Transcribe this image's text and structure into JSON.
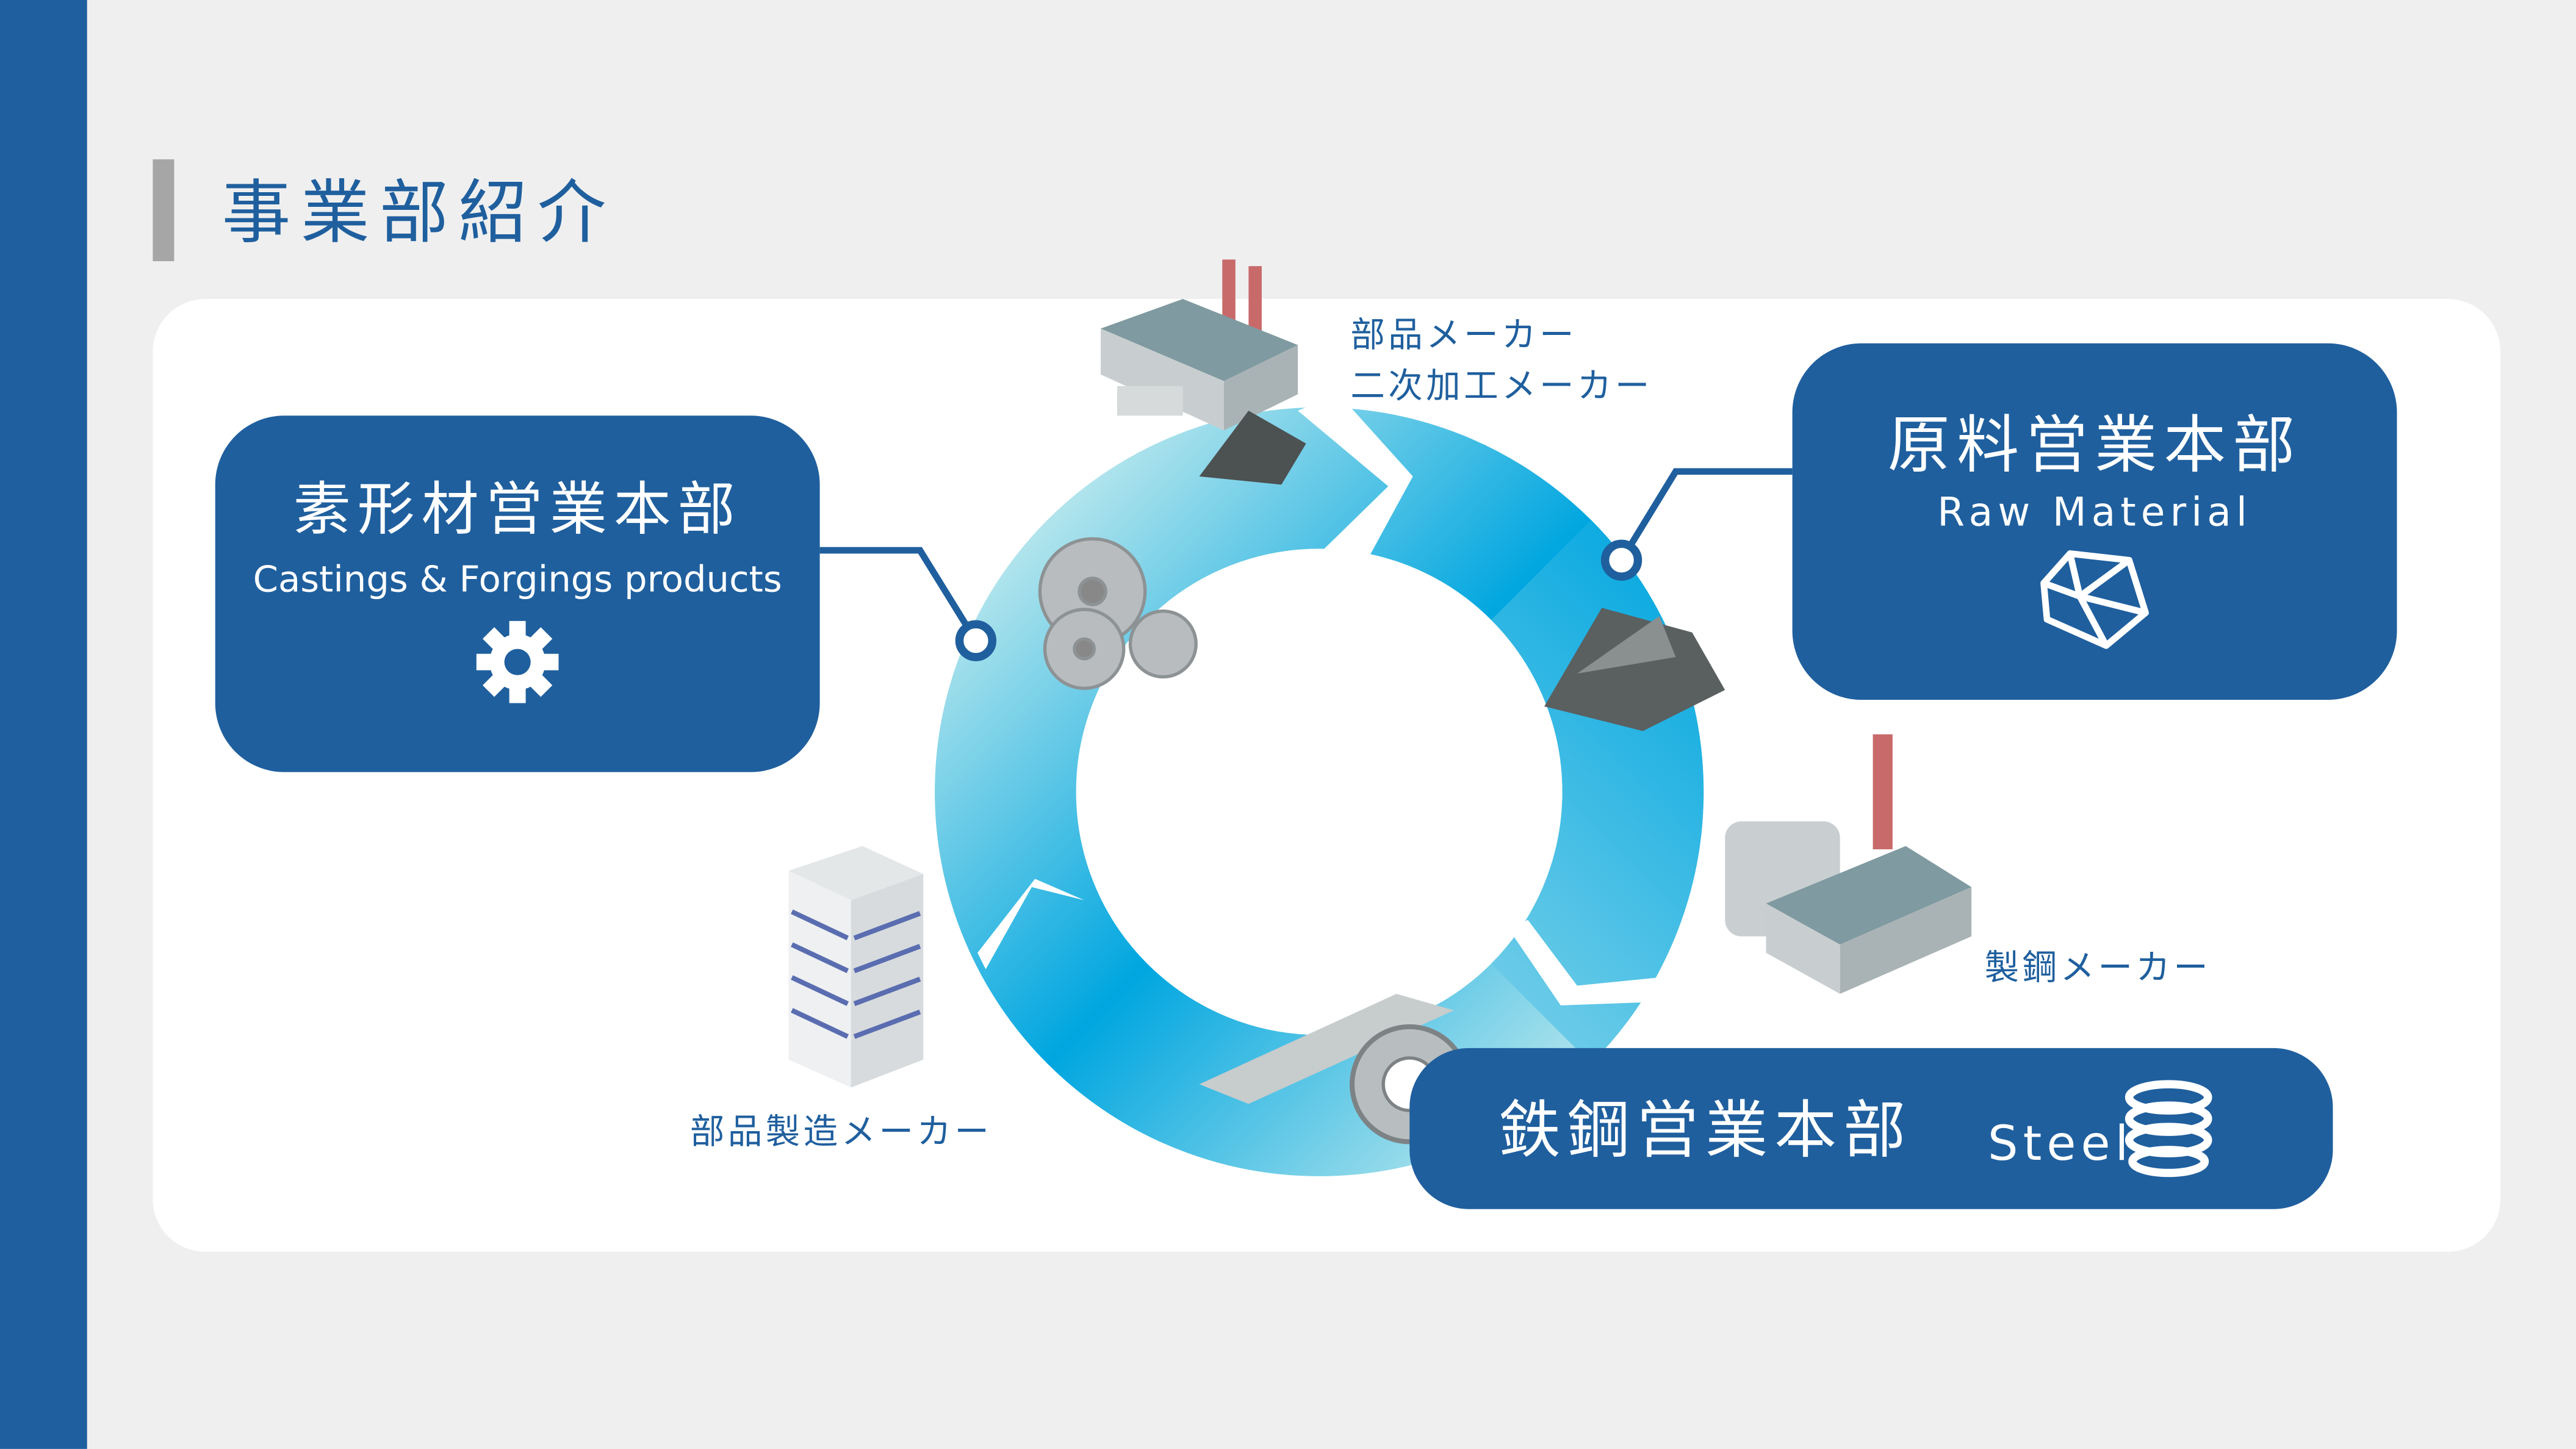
{
  "title": "事業部紹介",
  "divisions": {
    "castings": {
      "name_jp": "素形材営業本部",
      "name_en": "Castings & Forgings products",
      "icon": "gear-icon"
    },
    "raw": {
      "name_jp": "原料営業本部",
      "name_en": "Raw Material",
      "icon": "crystal-icon"
    },
    "steel": {
      "name_jp": "鉄鋼営業本部",
      "name_en": "Steel",
      "icon": "spring-icon"
    }
  },
  "labels": {
    "top_line1": "部品メーカー",
    "top_line2": "二次加工メーカー",
    "steelmaker": "製鋼メーカー",
    "parts_maker": "部品製造メーカー"
  },
  "colors": {
    "brand": "#1f5f9e",
    "ring_dark": "#00a6e0",
    "ring_light": "#cdeeee"
  }
}
